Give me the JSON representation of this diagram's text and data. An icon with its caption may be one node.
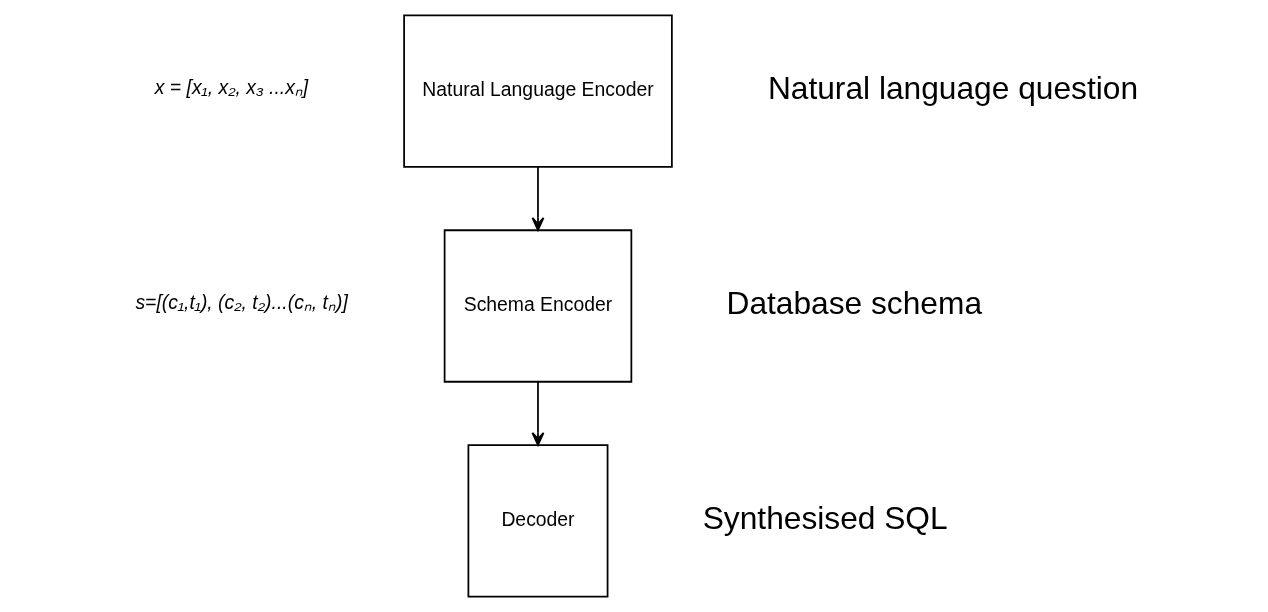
{
  "diagram": {
    "nodes": [
      {
        "text": [
          "Natural Language Encoder"
        ]
      },
      {
        "text": [
          "Schema Encoder"
        ]
      },
      {
        "text": [
          "Decoder"
        ]
      }
    ],
    "edges": [
      {
        "from": 0,
        "to": 1,
        "arrow": "to"
      },
      {
        "from": 1,
        "to": 2,
        "arrow": "to"
      }
    ],
    "labels": [
      "x = [x₁, x₂, x₃ ...xₙ]",
      "Natural language question",
      "s=[(c₁,t₁), (c₂, t₂)...(cₙ, tₙ)]",
      "Database schema",
      "Synthesised SQL"
    ]
  }
}
